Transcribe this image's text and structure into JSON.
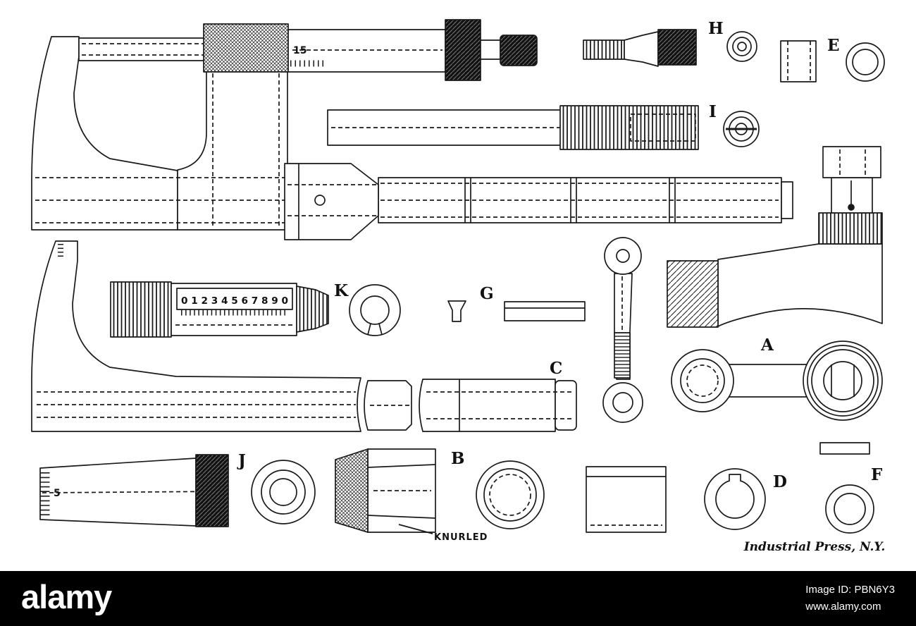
{
  "diagram": {
    "part_labels": {
      "H": "H",
      "E": "E",
      "I": "I",
      "K": "K",
      "G": "G",
      "A": "A",
      "C": "C",
      "B": "B",
      "D": "D",
      "F": "F",
      "J": "J"
    },
    "annotations": {
      "thimble_scale": "15",
      "sleeve_scale": "0 1 2 3 4 5 6 7 8 9 0",
      "barrel_scale": "5",
      "knurled": "KNURLED",
      "credit": "Industrial Press, N.Y."
    }
  },
  "watermark": {
    "logo": "alamy",
    "image_id": "Image ID: PBN6Y3",
    "url": "www.alamy.com",
    "bar_color": "#000000"
  },
  "colors": {
    "ink": "#1a1a1a",
    "paper": "#ffffff"
  }
}
